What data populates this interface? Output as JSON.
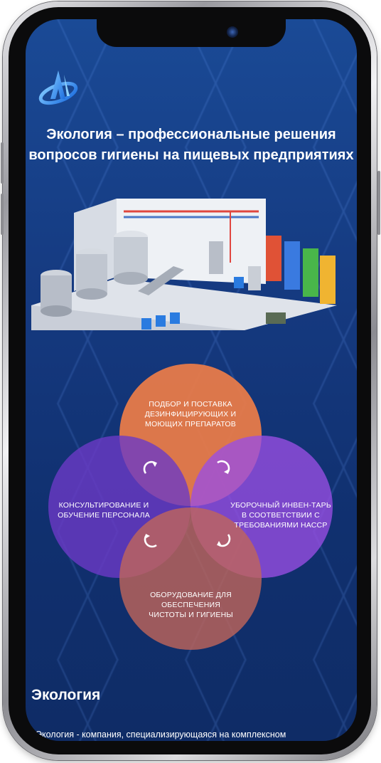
{
  "page": {
    "headline": "Экология – профессиональные решения вопросов гигиены на пищевых предприятиях",
    "section_title": "Экология",
    "intro_text": "Экология - компания, специализирующаяся на комплексном"
  },
  "venn": {
    "top": "ПОДБОР И ПОСТАВКА ДЕЗИНФИЦИРУЮЩИХ И МОЮЩИХ ПРЕПАРАТОВ",
    "left": "КОНСУЛЬТИРОВАНИЕ И ОБУЧЕНИЕ ПЕРСОНАЛА",
    "right": "УБОРОЧНЫЙ ИНВЕН-ТАРЬ В СООТВЕТСТВИИ С ТРЕБОВАНИЯМИ НАССР",
    "bottom": "ОБОРУДОВАНИЕ ДЛЯ ОБЕСПЕЧЕНИЯ ЧИСТОТЫ И ГИГИЕНЫ"
  },
  "colors": {
    "background": "#15397f",
    "circle_top": "#ee7d48",
    "circle_left": "#6b39c6",
    "circle_right": "#9a4ee4",
    "circle_bottom": "#c0655a"
  },
  "icons": [
    "logo-icon",
    "cycle-arrow-icon"
  ]
}
